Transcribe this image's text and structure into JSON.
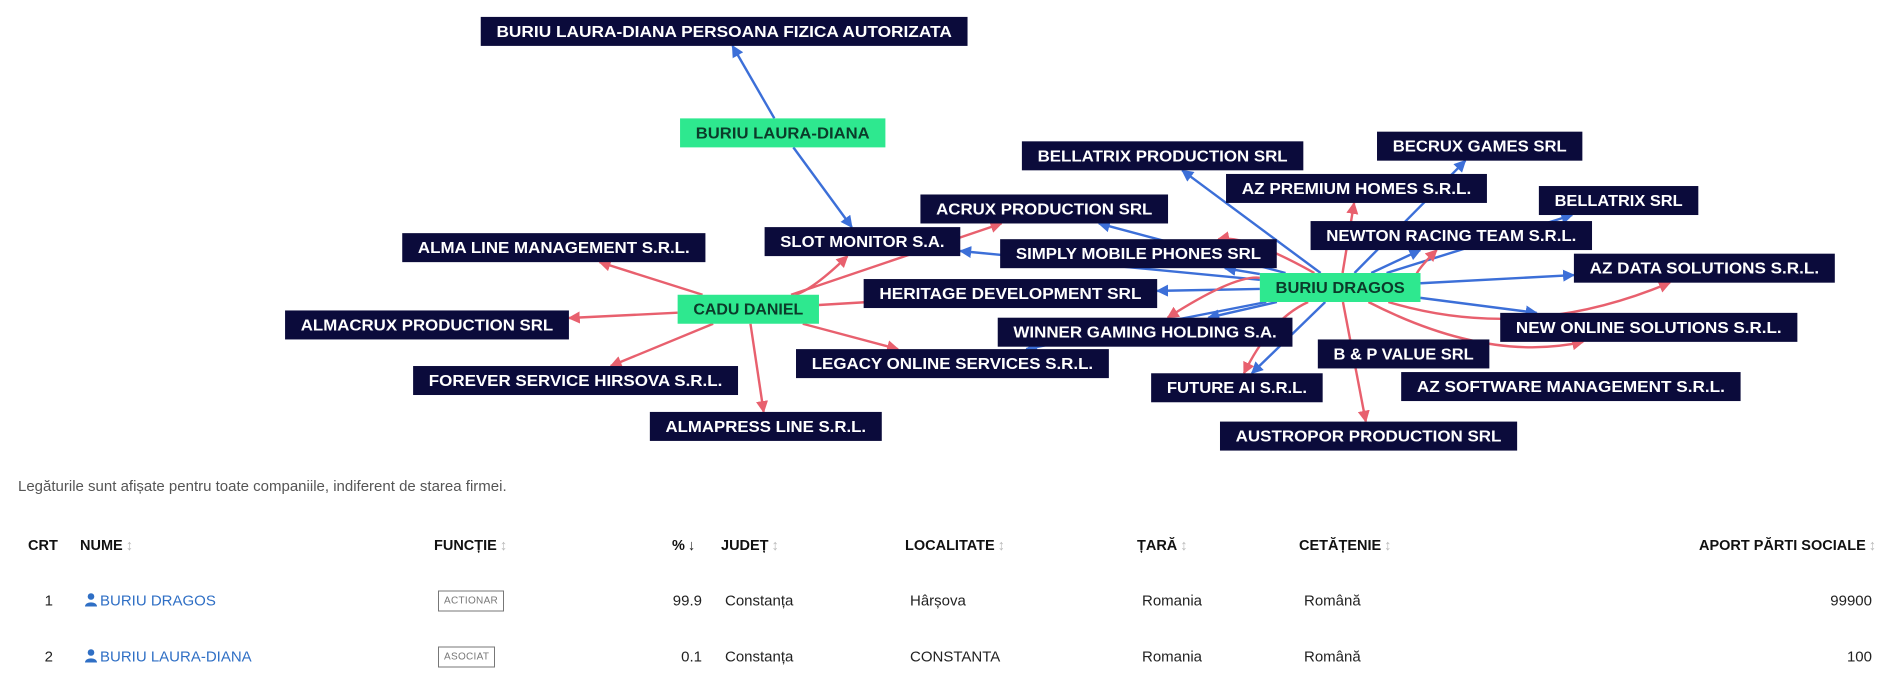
{
  "graph": {
    "colors": {
      "company": "#0b0b3b",
      "person": "#2ee88f",
      "owner_edge": "#3c6fd8",
      "admin_edge": "#e8606e"
    },
    "nodes": {
      "pfa": {
        "label": "BURIU LAURA-DIANA PERSOANA FIZICA AUTORIZATA",
        "kind": "company"
      },
      "laura": {
        "label": "BURIU LAURA-DIANA",
        "kind": "person"
      },
      "slot": {
        "label": "SLOT MONITOR S.A.",
        "kind": "company"
      },
      "acrux": {
        "label": "ACRUX PRODUCTION SRL",
        "kind": "company"
      },
      "bellprod": {
        "label": "BELLATRIX PRODUCTION SRL",
        "kind": "company"
      },
      "alma": {
        "label": "ALMA LINE MANAGEMENT S.R.L.",
        "kind": "company"
      },
      "cadu": {
        "label": "CADU DANIEL",
        "kind": "person"
      },
      "almacrux": {
        "label": "ALMACRUX PRODUCTION SRL",
        "kind": "company"
      },
      "forever": {
        "label": "FOREVER SERVICE HIRSOVA S.R.L.",
        "kind": "company"
      },
      "almapress": {
        "label": "ALMAPRESS LINE S.R.L.",
        "kind": "company"
      },
      "heritage": {
        "label": "HERITAGE DEVELOPMENT  SRL",
        "kind": "company"
      },
      "simply": {
        "label": "SIMPLY MOBILE PHONES SRL",
        "kind": "company"
      },
      "winner": {
        "label": "WINNER GAMING HOLDING S.A.",
        "kind": "company"
      },
      "legacy": {
        "label": "LEGACY ONLINE SERVICES S.R.L.",
        "kind": "company"
      },
      "future": {
        "label": "FUTURE AI S.R.L.",
        "kind": "company"
      },
      "austropor": {
        "label": "AUSTROPOR PRODUCTION SRL",
        "kind": "company"
      },
      "bp": {
        "label": "B & P VALUE SRL",
        "kind": "company"
      },
      "azsoft": {
        "label": "AZ SOFTWARE MANAGEMENT S.R.L.",
        "kind": "company"
      },
      "newonline": {
        "label": "NEW ONLINE SOLUTIONS S.R.L.",
        "kind": "company"
      },
      "azdata": {
        "label": "AZ DATA SOLUTIONS S.R.L.",
        "kind": "company"
      },
      "dragos": {
        "label": "BURIU DRAGOS",
        "kind": "person"
      },
      "newton": {
        "label": "NEWTON RACING TEAM S.R.L.",
        "kind": "company"
      },
      "bellsrl": {
        "label": "BELLATRIX SRL",
        "kind": "company"
      },
      "azprem": {
        "label": "AZ PREMIUM HOMES S.R.L.",
        "kind": "company"
      },
      "becrux": {
        "label": "BECRUX GAMES SRL",
        "kind": "company"
      }
    },
    "edges": [
      {
        "from": "laura",
        "to": "pfa",
        "type": "owner"
      },
      {
        "from": "laura",
        "to": "slot",
        "type": "owner"
      },
      {
        "from": "cadu",
        "to": "slot",
        "type": "admin"
      },
      {
        "from": "cadu",
        "to": "acrux",
        "type": "admin"
      },
      {
        "from": "cadu",
        "to": "alma",
        "type": "admin"
      },
      {
        "from": "cadu",
        "to": "almacrux",
        "type": "admin"
      },
      {
        "from": "cadu",
        "to": "forever",
        "type": "admin"
      },
      {
        "from": "cadu",
        "to": "almapress",
        "type": "admin"
      },
      {
        "from": "cadu",
        "to": "heritage",
        "type": "admin"
      },
      {
        "from": "cadu",
        "to": "legacy",
        "type": "admin"
      },
      {
        "from": "dragos",
        "to": "bellprod",
        "type": "owner"
      },
      {
        "from": "dragos",
        "to": "acrux",
        "type": "owner"
      },
      {
        "from": "dragos",
        "to": "slot",
        "type": "owner"
      },
      {
        "from": "dragos",
        "to": "simply",
        "type": "owner"
      },
      {
        "from": "dragos",
        "to": "heritage",
        "type": "owner"
      },
      {
        "from": "dragos",
        "to": "winner",
        "type": "owner"
      },
      {
        "from": "dragos",
        "to": "legacy",
        "type": "owner"
      },
      {
        "from": "dragos",
        "to": "future",
        "type": "owner"
      },
      {
        "from": "dragos",
        "to": "becrux",
        "type": "owner"
      },
      {
        "from": "dragos",
        "to": "bellsrl",
        "type": "owner"
      },
      {
        "from": "dragos",
        "to": "newton",
        "type": "owner"
      },
      {
        "from": "dragos",
        "to": "azdata",
        "type": "owner"
      },
      {
        "from": "dragos",
        "to": "newonline",
        "type": "owner"
      },
      {
        "from": "dragos",
        "to": "austropor",
        "type": "admin"
      },
      {
        "from": "dragos",
        "to": "azprem",
        "type": "admin"
      },
      {
        "from": "dragos",
        "to": "newton",
        "type": "admin"
      },
      {
        "from": "dragos",
        "to": "winner",
        "type": "admin"
      },
      {
        "from": "dragos",
        "to": "future",
        "type": "admin"
      },
      {
        "from": "dragos",
        "to": "azdata",
        "type": "admin"
      },
      {
        "from": "dragos",
        "to": "newonline",
        "type": "admin"
      },
      {
        "from": "dragos",
        "to": "simply",
        "type": "admin"
      }
    ]
  },
  "note": "Legăturile sunt afișate pentru toate companiile, indiferent de starea firmei.",
  "table": {
    "headers": {
      "crt": "CRT",
      "nume": "NUME",
      "functie": "FUNCȚIE",
      "pct": "%",
      "judet": "JUDEȚ",
      "localitate": "LOCALITATE",
      "tara": "ȚARĂ",
      "cetatenie": "CETĂȚENIE",
      "aport": "APORT PĂRTI SOCIALE"
    },
    "sort_icon": "↕",
    "sort_active_icon": "↓",
    "rows": [
      {
        "crt": "1",
        "nume": "BURIU DRAGOS",
        "functie": "ACTIONAR",
        "pct": "99.9",
        "judet": "Constanța",
        "localitate": "Hârșova",
        "tara": "Romania",
        "cetatenie": "Română",
        "aport": "99900"
      },
      {
        "crt": "2",
        "nume": "BURIU LAURA-DIANA",
        "functie": "ASOCIAT",
        "pct": "0.1",
        "judet": "Constanța",
        "localitate": "CONSTANTA",
        "tara": "Romania",
        "cetatenie": "Română",
        "aport": "100"
      }
    ]
  }
}
